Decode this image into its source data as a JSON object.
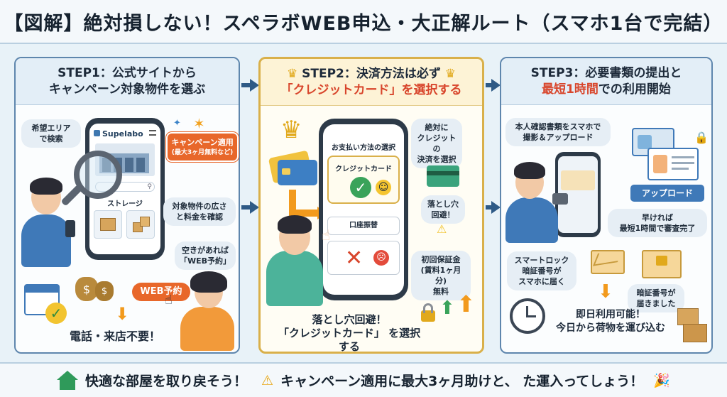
{
  "title": "【図解】絶対損しない！スペラボWEB申込・大正解ルート（スマホ1台で完結）",
  "step1": {
    "heading_line1": "STEP1：公式サイトから",
    "heading_line2": "キャンペーン対象物件を選ぶ",
    "bubble_search": "希望エリア\nで検索",
    "site_logo": "Supelabo",
    "campaign_line1": "キャンペーン適用",
    "campaign_line2": "(最大3ヶ月無料など)",
    "storage_label": "ストレージ",
    "bubble_check": "対象物件の広さ\nと料金を確認",
    "bubble_reserve": "空きがあれば\n「WEB予約」",
    "web_reserve_button": "WEB予約",
    "footer_text": "電話・来店不要！"
  },
  "step2": {
    "heading_line1": "STEP2：決済方法は必ず",
    "heading_line2": "「クレジットカード」を選択する",
    "screen_title": "お支払い方法の選択",
    "option_credit": "クレジットカード",
    "option_bank": "口座振替",
    "bubble_must": "絶対に\nクレジットの\n決済を選択",
    "bubble_pitfall": "落とし穴\n回避！",
    "bubble_fee": "初回保証金\n(賃料1ヶ月分)\n無料",
    "footer_line1": "落とし穴回避！",
    "footer_line2": "「クレジットカード」 を選択する"
  },
  "step3": {
    "heading_line1": "STEP3：必要書類の提出と",
    "heading_line2_highlight": "最短1時間",
    "heading_line2_rest": "での利用開始",
    "bubble_upload": "本人確認書類をスマホで\n撮影＆アップロード",
    "upload_button": "アップロード",
    "bubble_review": "早ければ\n最短1時間で審査完了",
    "bubble_lock": "スマートロック\n暗証番号が\nスマホに届く",
    "bubble_arrived": "暗証番号が\n届きました",
    "footer_line1": "即日利用可能！",
    "footer_line2": "今日から荷物を運び込む"
  },
  "bottom": {
    "text_left": "快適な部屋を取り戻そう！",
    "text_right": "キャンペーン適用に最大3ヶ月助けと、 た運入ってしょう！"
  },
  "colors": {
    "accent_red": "#d8452b",
    "navy": "#2e5a86",
    "gold": "#d9b04a",
    "orange": "#e8782a",
    "green": "#3aa35a"
  }
}
